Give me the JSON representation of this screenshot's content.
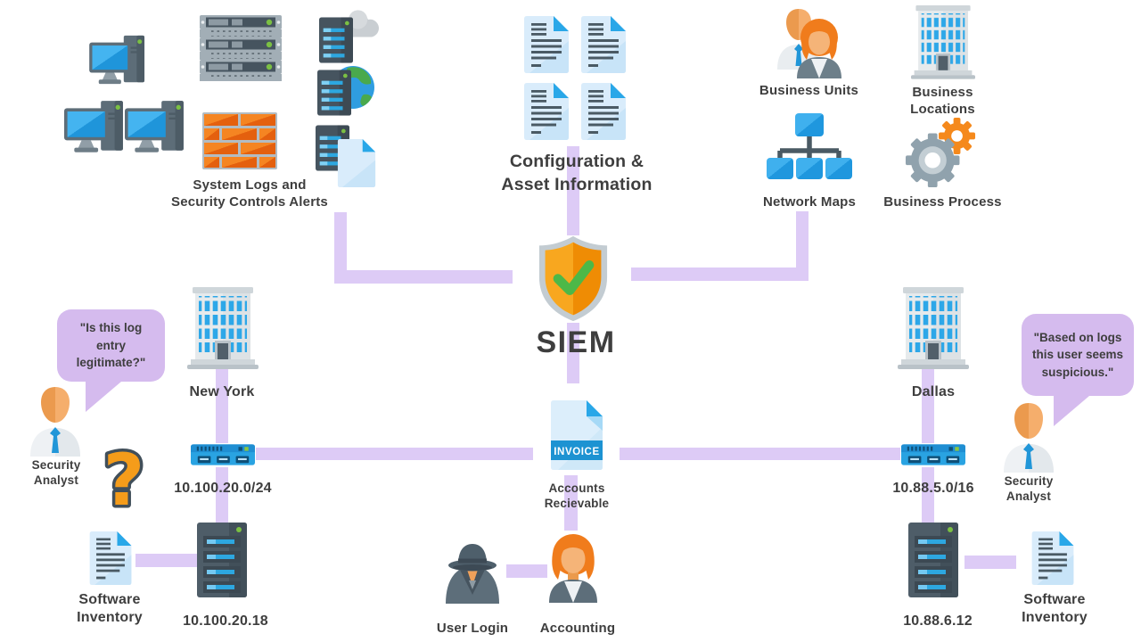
{
  "colors": {
    "connector": "#ddcbf6",
    "bubble": "#d5bbee",
    "text": "#3e3e3e",
    "blue": "#2da7e8",
    "orange": "#f5891c",
    "shield_orange": "#f7a11d",
    "check_green": "#4db848"
  },
  "nodes": {
    "system_logs": {
      "label_line1": "System Logs and",
      "label_line2": "Security Controls Alerts"
    },
    "config_asset": {
      "label_line1": "Configuration &",
      "label_line2": "Asset Information"
    },
    "business_units": {
      "label": "Business Units"
    },
    "business_locations": {
      "label": "Business Locations"
    },
    "network_maps": {
      "label": "Network Maps"
    },
    "business_process": {
      "label": "Business Process"
    },
    "siem": {
      "label": "SIEM"
    },
    "new_york": {
      "label": "New York"
    },
    "dallas": {
      "label": "Dallas"
    },
    "subnet_left": {
      "label": "10.100.20.0/24"
    },
    "subnet_right": {
      "label": "10.88.5.0/16"
    },
    "server_left": {
      "label": "10.100.20.18"
    },
    "server_right": {
      "label": "10.88.6.12"
    },
    "software_inventory_left": {
      "label_line1": "Software",
      "label_line2": "Inventory"
    },
    "software_inventory_right": {
      "label_line1": "Software",
      "label_line2": "Inventory"
    },
    "accounts_receivable": {
      "label_line1": "Accounts",
      "label_line2": "Recievable",
      "doc_text": "INVOICE"
    },
    "user_login": {
      "label": "User Login"
    },
    "accounting": {
      "label": "Accounting"
    },
    "analyst_left": {
      "label_line1": "Security",
      "label_line2": "Analyst",
      "quote": "\"Is this log entry legitimate?\""
    },
    "analyst_right": {
      "label_line1": "Security",
      "label_line2": "Analyst",
      "quote": "\"Based on logs this user seems suspicious.\""
    },
    "question_mark": {
      "glyph": "?"
    }
  }
}
